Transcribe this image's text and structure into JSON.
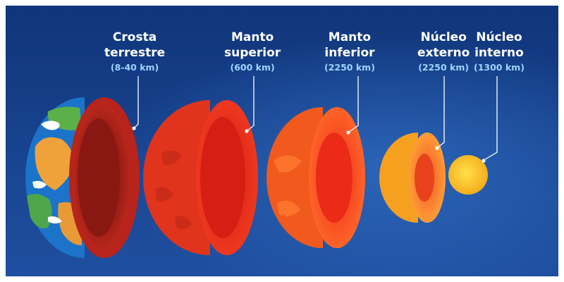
{
  "layers": [
    {
      "id": "crust",
      "name_line1": "Crosta",
      "name_line2": "terrestre",
      "thickness": "(8-40 km)"
    },
    {
      "id": "upper-mantle",
      "name_line1": "Manto",
      "name_line2": "superior",
      "thickness": "(600 km)"
    },
    {
      "id": "lower-mantle",
      "name_line1": "Manto",
      "name_line2": "inferior",
      "thickness": "(2250 km)"
    },
    {
      "id": "outer-core",
      "name_line1": "Núcleo",
      "name_line2": "externo",
      "thickness": "(2250 km)"
    },
    {
      "id": "inner-core",
      "name_line1": "Núcleo",
      "name_line2": "interno",
      "thickness": "(1300 km)"
    }
  ],
  "colors": {
    "background_top": "#123a82",
    "background_bottom": "#1d4d9c",
    "crust": "#b8231c",
    "upper_mantle": "#e0341c",
    "lower_mantle": "#f15a1c",
    "outer_core": "#f6a020",
    "inner_core": "#f8c420",
    "label_text": "#ffffff",
    "thickness_text": "#9fd3ff",
    "leader_line": "#ffffff"
  }
}
